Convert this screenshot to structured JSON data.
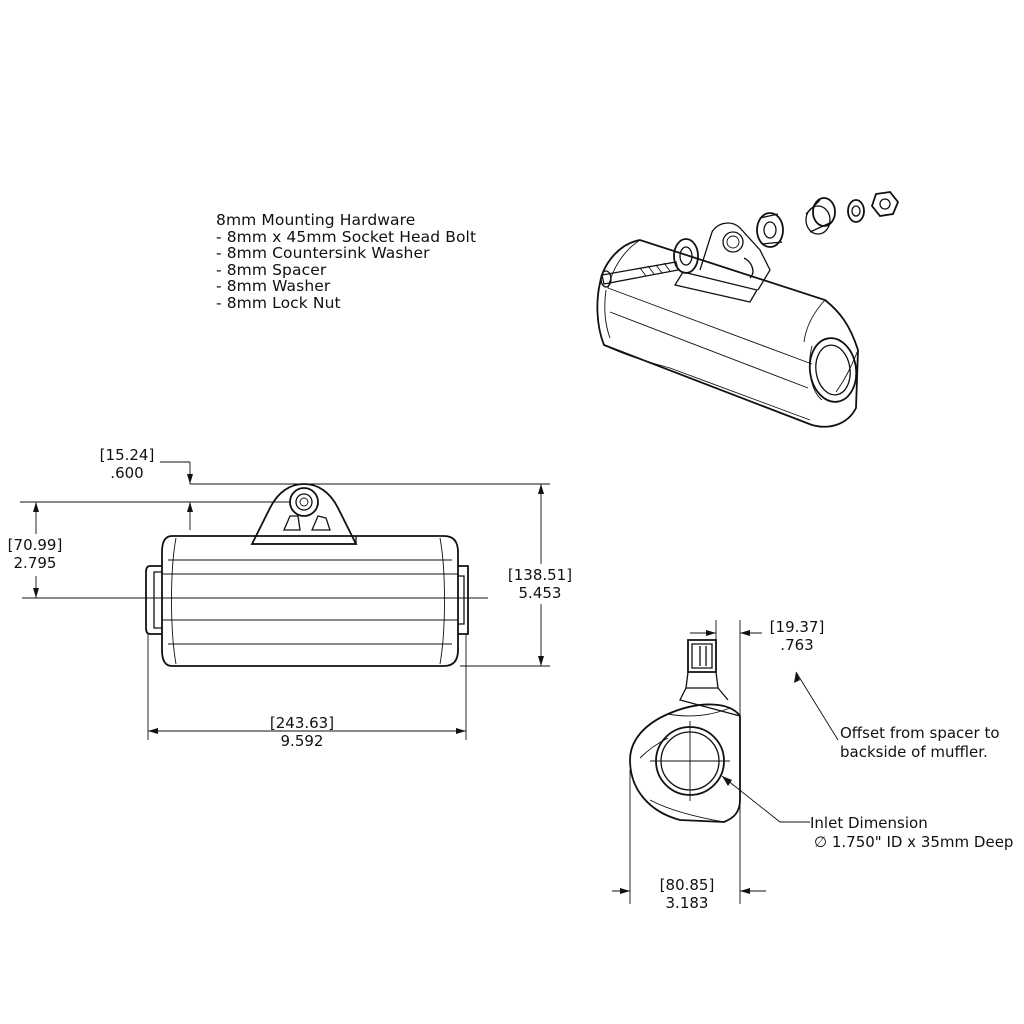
{
  "hardware": {
    "title": "8mm Mounting Hardware",
    "items": [
      "- 8mm x 45mm Socket Head Bolt",
      "- 8mm Countersink Washer",
      "- 8mm Spacer",
      "- 8mm Washer",
      "- 8mm Lock Nut"
    ]
  },
  "dimensions": {
    "bracket_offset": {
      "mm": "[15.24]",
      "in": ".600"
    },
    "center_height": {
      "mm": "[70.99]",
      "in": "2.795"
    },
    "overall_height": {
      "mm": "[138.51]",
      "in": "5.453"
    },
    "overall_length": {
      "mm": "[243.63]",
      "in": "9.592"
    },
    "spacer_offset": {
      "mm": "[19.37]",
      "in": ".763"
    },
    "body_width": {
      "mm": "[80.85]",
      "in": "3.183"
    }
  },
  "notes": {
    "offset": [
      "Offset from spacer to",
      "backside of muffler."
    ],
    "inlet": [
      "Inlet Dimension",
      "∅ 1.750\" ID x 35mm Deep"
    ]
  }
}
